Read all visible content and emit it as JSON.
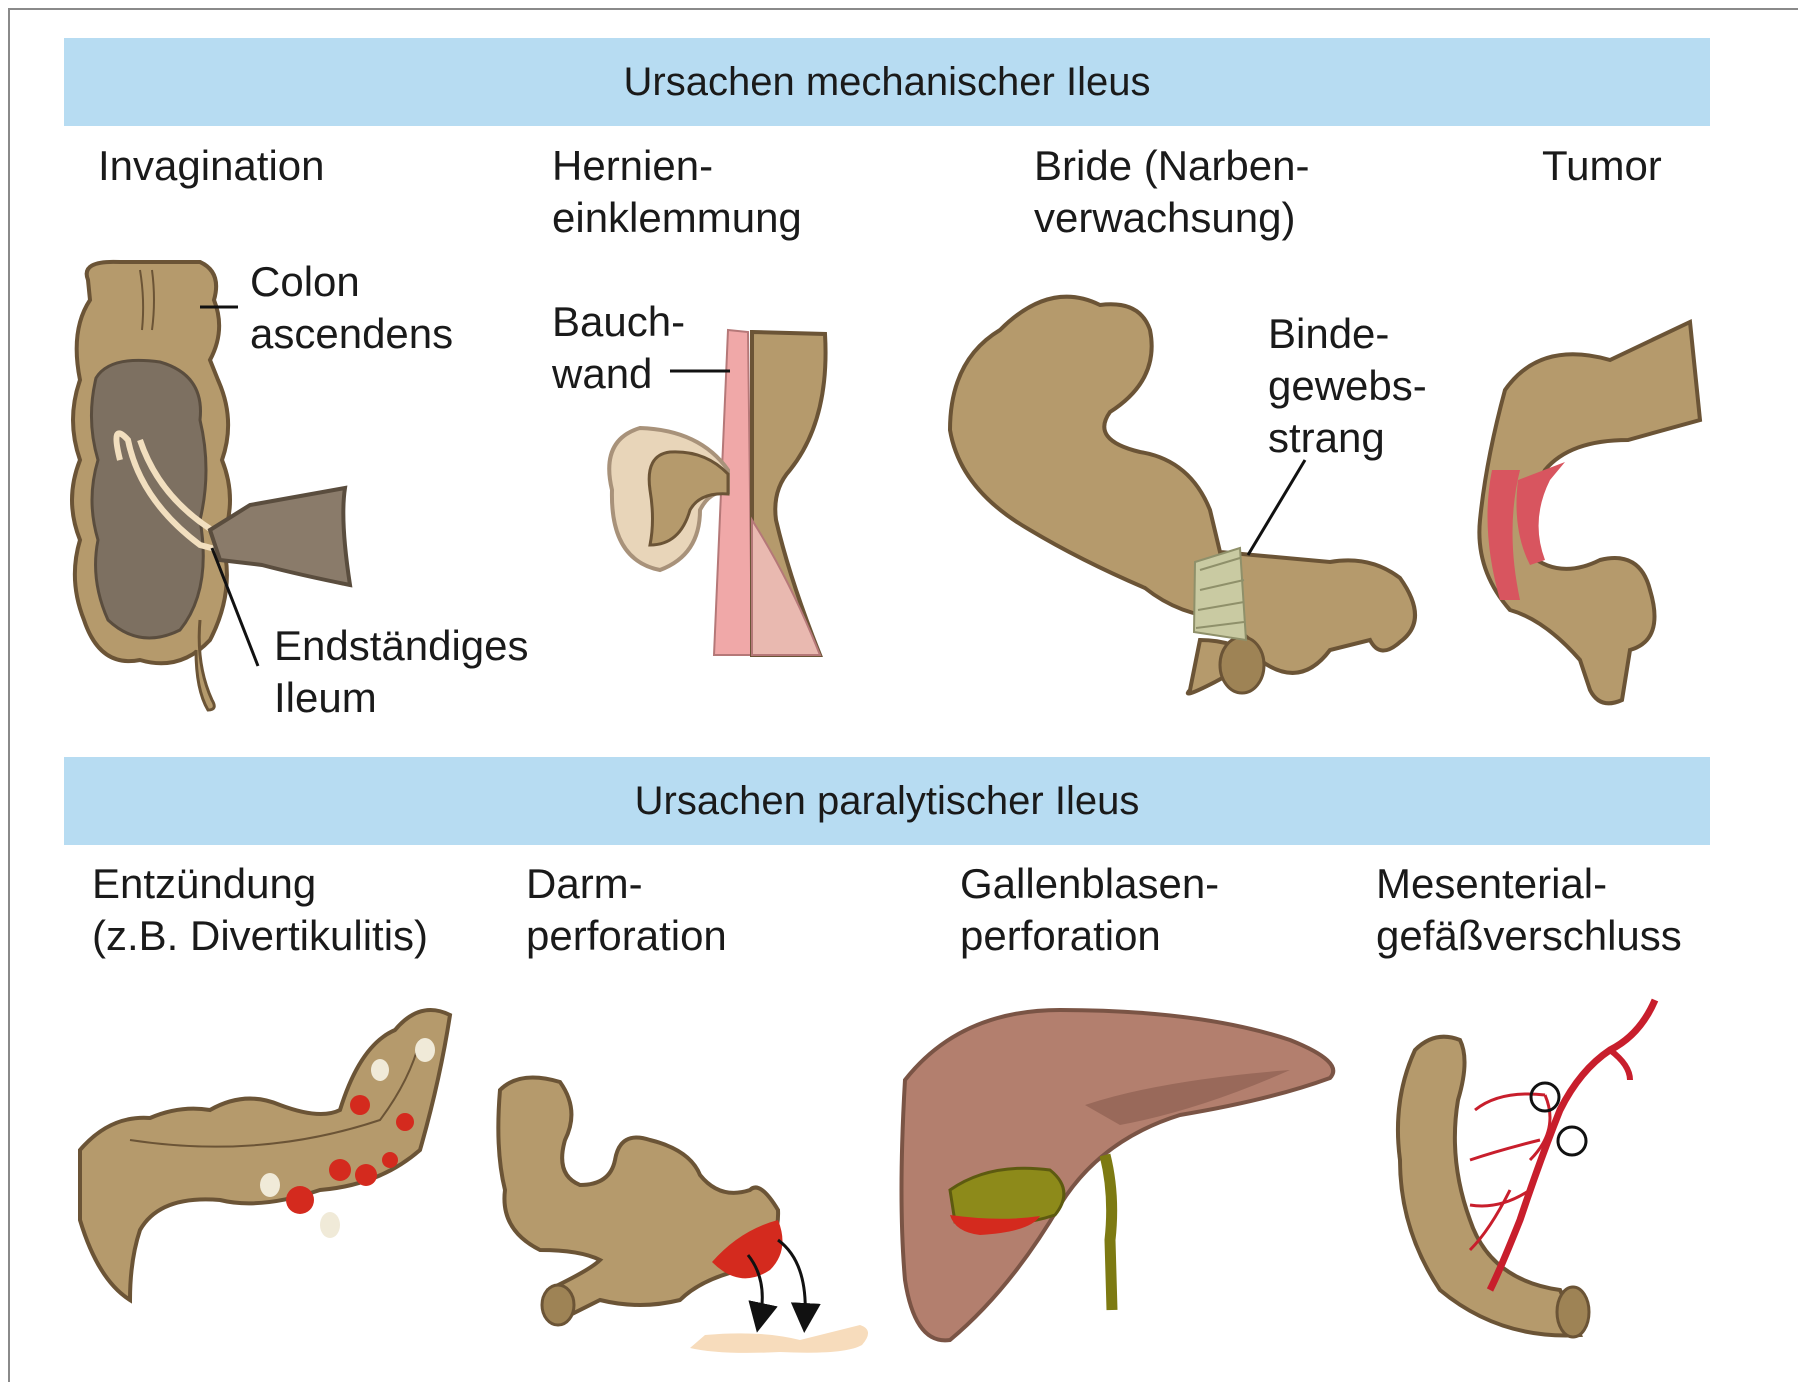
{
  "sections": {
    "mechanical": {
      "title": "Ursachen mechanischer Ileus",
      "causes": [
        {
          "line1": "Invagination",
          "line2": ""
        },
        {
          "line1": "Hernien-",
          "line2": "einklemmung"
        },
        {
          "line1": "Bride (Narben-",
          "line2": "verwachsung)"
        },
        {
          "line1": "Tumor",
          "line2": ""
        }
      ],
      "annotations": {
        "colon": [
          "Colon",
          "ascendens"
        ],
        "ileum": [
          "Endständiges",
          "Ileum"
        ],
        "wall": [
          "Bauch-",
          "wand"
        ],
        "strand": [
          "Binde-",
          "gewebs-",
          "strang"
        ]
      }
    },
    "paralytic": {
      "title": "Ursachen paralytischer Ileus",
      "causes": [
        {
          "line1": "Entzündung",
          "line2": "(z.B. Divertikulitis)"
        },
        {
          "line1": "Darm-",
          "line2": "perforation"
        },
        {
          "line1": "Gallenblasen-",
          "line2": "perforation"
        },
        {
          "line1": "Mesenterial-",
          "line2": "gefäßverschluss"
        }
      ]
    }
  },
  "colors": {
    "banner": "#b7dcf2",
    "bowel": "#b59a6c",
    "bowel_outline": "#6b5436",
    "bowel_dark": "#7d7061",
    "tumor": "#d8555f",
    "inflammation": "#d42a1e",
    "liver": "#b37f6e",
    "gallbladder": "#8d8a1a",
    "vessel": "#c81e2c",
    "peritoneum": "#f7dcbc",
    "abdominal_wall": "#f0a8a8",
    "connective_strand": "#c9caa2"
  }
}
